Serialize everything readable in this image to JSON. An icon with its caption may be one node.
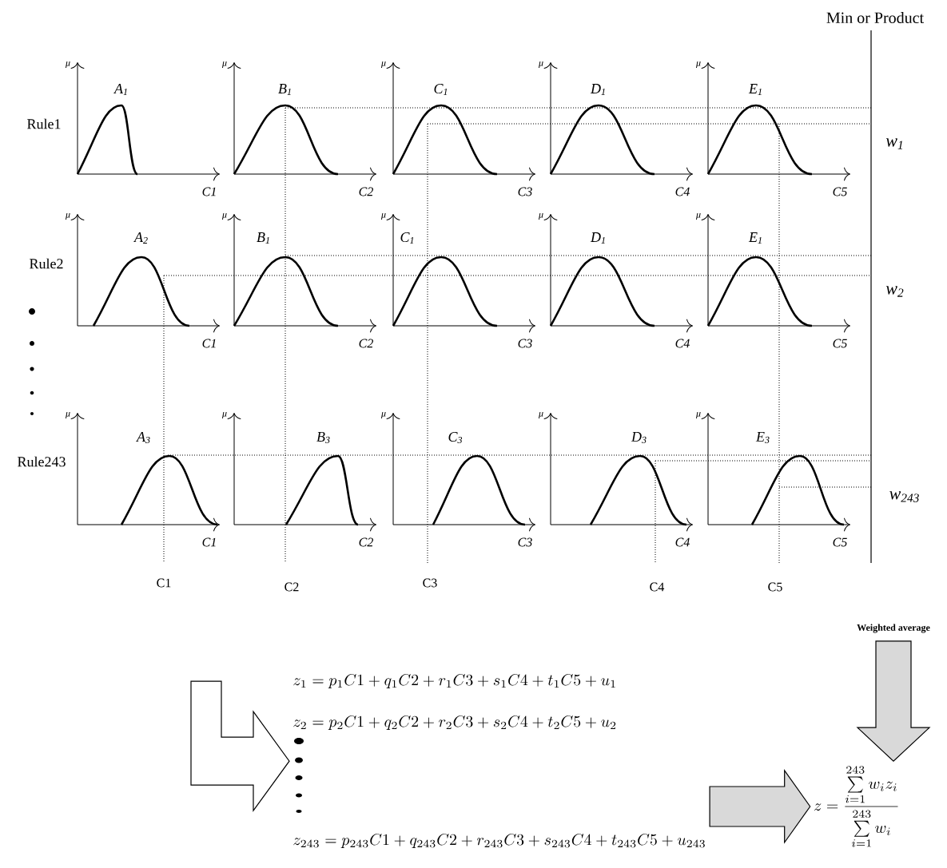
{
  "diagram": {
    "nodes": [
      {
        "text": [
          "z_1 = p_1C1+q_1C2+r_1C3+s_1C4+t_1C5+u_1",
          "z_2 = p_2C1+q_2C2+r_2C3+s_2C4+t_2C5+u_2",
          "z_{243}= p_{243}C1+q_{243}C2+r_{243}C3+s_{243}C4+t_{243}C5+u_{243}"
        ]
      },
      {
        "text": [
          "Weighted average"
        ]
      },
      {
        "text": [
          "z=\\frac{\\sum\\limits_{i=1}^{243} w_i z_i}{\\sum\\limits_{i=1}^{243} w_i}"
        ]
      }
    ],
    "edges": [
      {
        "from": null,
        "to": 0,
        "arrow": "to"
      },
      {
        "from": 0,
        "to": 2,
        "arrow": "to",
        "color": "#d9d9d9"
      },
      {
        "from": 1,
        "to": 2,
        "arrow": "to",
        "color": "#d9d9d9"
      }
    ],
    "labels": [
      "Min or Product",
      "Rule1",
      "μ",
      "A$_{1}$",
      "C1",
      "μ",
      "B$_{1}$",
      "C2",
      "μ",
      "C$_{1}$",
      "C3",
      "μ",
      "D$_{1}$",
      "C4",
      "μ",
      "E$_{1}$",
      "C5",
      "w$_{1}$",
      "Rule2",
      "μ",
      "A$_{2}$",
      "C1",
      "μ",
      "B$_{1}$",
      "C2",
      "μ",
      "C$_{1}$",
      "C3",
      "μ",
      "D$_{1}$",
      "C4",
      "μ",
      "E$_{1}$",
      "C5",
      "w$_{2}$",
      "Rule243",
      "μ",
      "A$_{3}$",
      "C1",
      "μ",
      "B$_{3}$",
      "C2",
      "μ",
      "C$_{3}$",
      "C3",
      "μ",
      "D$_{3}$",
      "C4",
      "μ",
      "E$_{3}$",
      "C5",
      "w$_{243}$",
      "C1",
      "C2",
      "C3",
      "C4",
      "C5"
    ]
  }
}
